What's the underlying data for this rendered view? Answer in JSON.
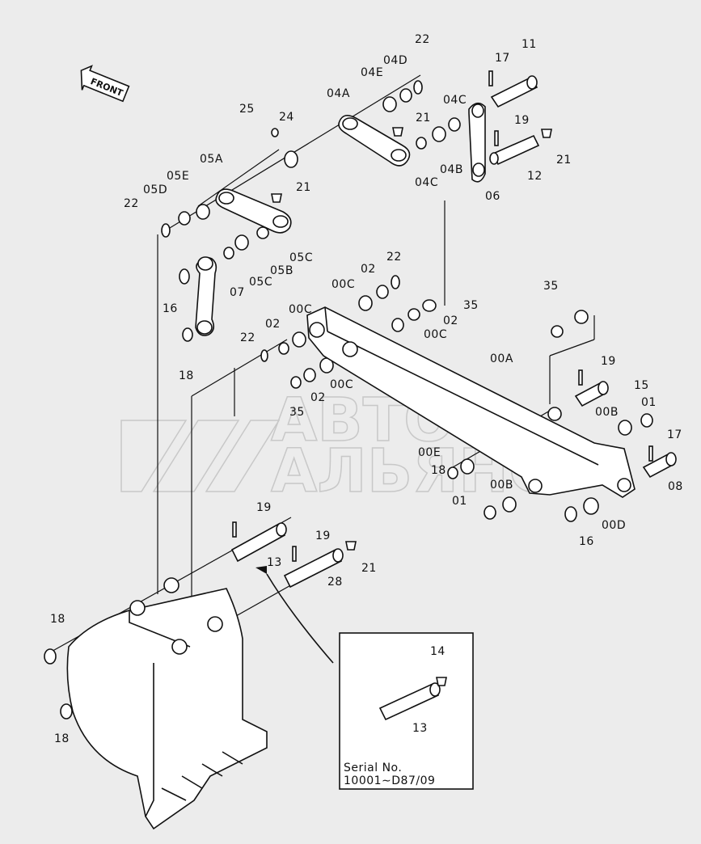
{
  "front_label": "FRONT",
  "watermark": {
    "line1": "АВТО",
    "line2": "АЛЬЯНС"
  },
  "inset": {
    "serial_label": "Serial No.",
    "serial_range": "10001∼D87/09",
    "callouts": [
      "14",
      "13"
    ]
  },
  "callouts": [
    {
      "id": "c22a",
      "text": "22"
    },
    {
      "id": "c11",
      "text": "11"
    },
    {
      "id": "c17a",
      "text": "17"
    },
    {
      "id": "c04d",
      "text": "04D"
    },
    {
      "id": "c04e",
      "text": "04E"
    },
    {
      "id": "c04a",
      "text": "04A"
    },
    {
      "id": "c04c1",
      "text": "04C"
    },
    {
      "id": "c25",
      "text": "25"
    },
    {
      "id": "c24",
      "text": "24"
    },
    {
      "id": "c21a",
      "text": "21"
    },
    {
      "id": "c19a",
      "text": "19"
    },
    {
      "id": "c21b",
      "text": "21"
    },
    {
      "id": "c04b",
      "text": "04B"
    },
    {
      "id": "c04c2",
      "text": "04C"
    },
    {
      "id": "c12",
      "text": "12"
    },
    {
      "id": "c06",
      "text": "06"
    },
    {
      "id": "c05a",
      "text": "05A"
    },
    {
      "id": "c05e",
      "text": "05E"
    },
    {
      "id": "c05d",
      "text": "05D"
    },
    {
      "id": "c21c",
      "text": "21"
    },
    {
      "id": "c22b",
      "text": "22"
    },
    {
      "id": "c05c1",
      "text": "05C"
    },
    {
      "id": "c05b",
      "text": "05B"
    },
    {
      "id": "c05c2",
      "text": "05C"
    },
    {
      "id": "c07",
      "text": "07"
    },
    {
      "id": "c16a",
      "text": "16"
    },
    {
      "id": "c18a",
      "text": "18"
    },
    {
      "id": "c22c",
      "text": "22"
    },
    {
      "id": "c02a",
      "text": "02"
    },
    {
      "id": "c00c1",
      "text": "00C"
    },
    {
      "id": "c35a",
      "text": "35"
    },
    {
      "id": "c02b",
      "text": "02"
    },
    {
      "id": "c00c2",
      "text": "00C"
    },
    {
      "id": "c00c3",
      "text": "00C"
    },
    {
      "id": "c02c",
      "text": "02"
    },
    {
      "id": "c35b",
      "text": "35"
    },
    {
      "id": "c22d",
      "text": "22"
    },
    {
      "id": "c02d",
      "text": "02"
    },
    {
      "id": "c00c4",
      "text": "00C"
    },
    {
      "id": "c02e",
      "text": "02"
    },
    {
      "id": "c35c",
      "text": "35"
    },
    {
      "id": "c00a",
      "text": "00A"
    },
    {
      "id": "c19b",
      "text": "19"
    },
    {
      "id": "c15",
      "text": "15"
    },
    {
      "id": "c00b1",
      "text": "00B"
    },
    {
      "id": "c01a",
      "text": "01"
    },
    {
      "id": "c17b",
      "text": "17"
    },
    {
      "id": "c08",
      "text": "08"
    },
    {
      "id": "c00e",
      "text": "00E"
    },
    {
      "id": "c18b",
      "text": "18"
    },
    {
      "id": "c00b2",
      "text": "00B"
    },
    {
      "id": "c01b",
      "text": "01"
    },
    {
      "id": "c16b",
      "text": "16"
    },
    {
      "id": "c00d",
      "text": "00D"
    },
    {
      "id": "c19c",
      "text": "19"
    },
    {
      "id": "c13",
      "text": "13"
    },
    {
      "id": "c19d",
      "text": "19"
    },
    {
      "id": "c21d",
      "text": "21"
    },
    {
      "id": "c28",
      "text": "28"
    },
    {
      "id": "c18c",
      "text": "18"
    },
    {
      "id": "c18d",
      "text": "18"
    }
  ]
}
